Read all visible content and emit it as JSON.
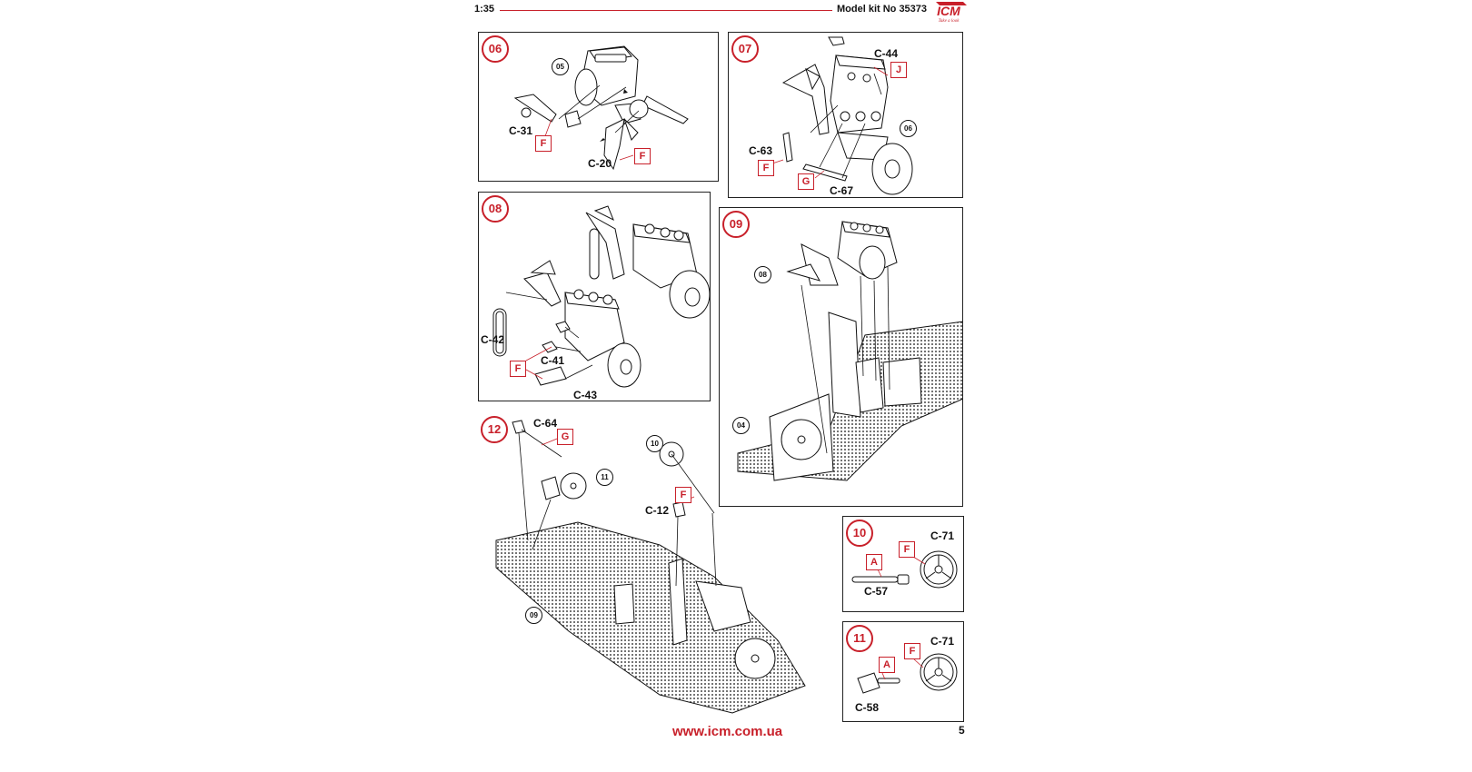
{
  "header": {
    "scale": "1:35",
    "model_kit": "Model kit No 35373",
    "logo": "ICM",
    "logo_tagline": "Take a look"
  },
  "steps": {
    "s06": {
      "number": "06",
      "ref": "05",
      "parts": [
        "C-31",
        "C-20"
      ],
      "paints": [
        "F",
        "F"
      ]
    },
    "s07": {
      "number": "07",
      "ref": "06",
      "parts": [
        "C-44",
        "C-63",
        "C-67"
      ],
      "paints": [
        "J",
        "F",
        "G"
      ]
    },
    "s08": {
      "number": "08",
      "parts": [
        "C-42",
        "C-41",
        "C-43"
      ],
      "paints": [
        "F"
      ]
    },
    "s09": {
      "number": "09",
      "refs": [
        "08",
        "04"
      ]
    },
    "s10": {
      "number": "10",
      "parts": [
        "C-71",
        "C-57"
      ],
      "paints": [
        "F",
        "A"
      ]
    },
    "s11": {
      "number": "11",
      "parts": [
        "C-71",
        "C-58"
      ],
      "paints": [
        "F",
        "A"
      ]
    },
    "s12": {
      "number": "12",
      "refs": [
        "11",
        "10",
        "09"
      ],
      "parts": [
        "C-64",
        "C-12"
      ],
      "paints": [
        "G",
        "F"
      ]
    }
  },
  "footer": {
    "url": "www.icm.com.ua",
    "page": "5"
  },
  "colors": {
    "accent": "#c8202a",
    "line": "#111111"
  }
}
